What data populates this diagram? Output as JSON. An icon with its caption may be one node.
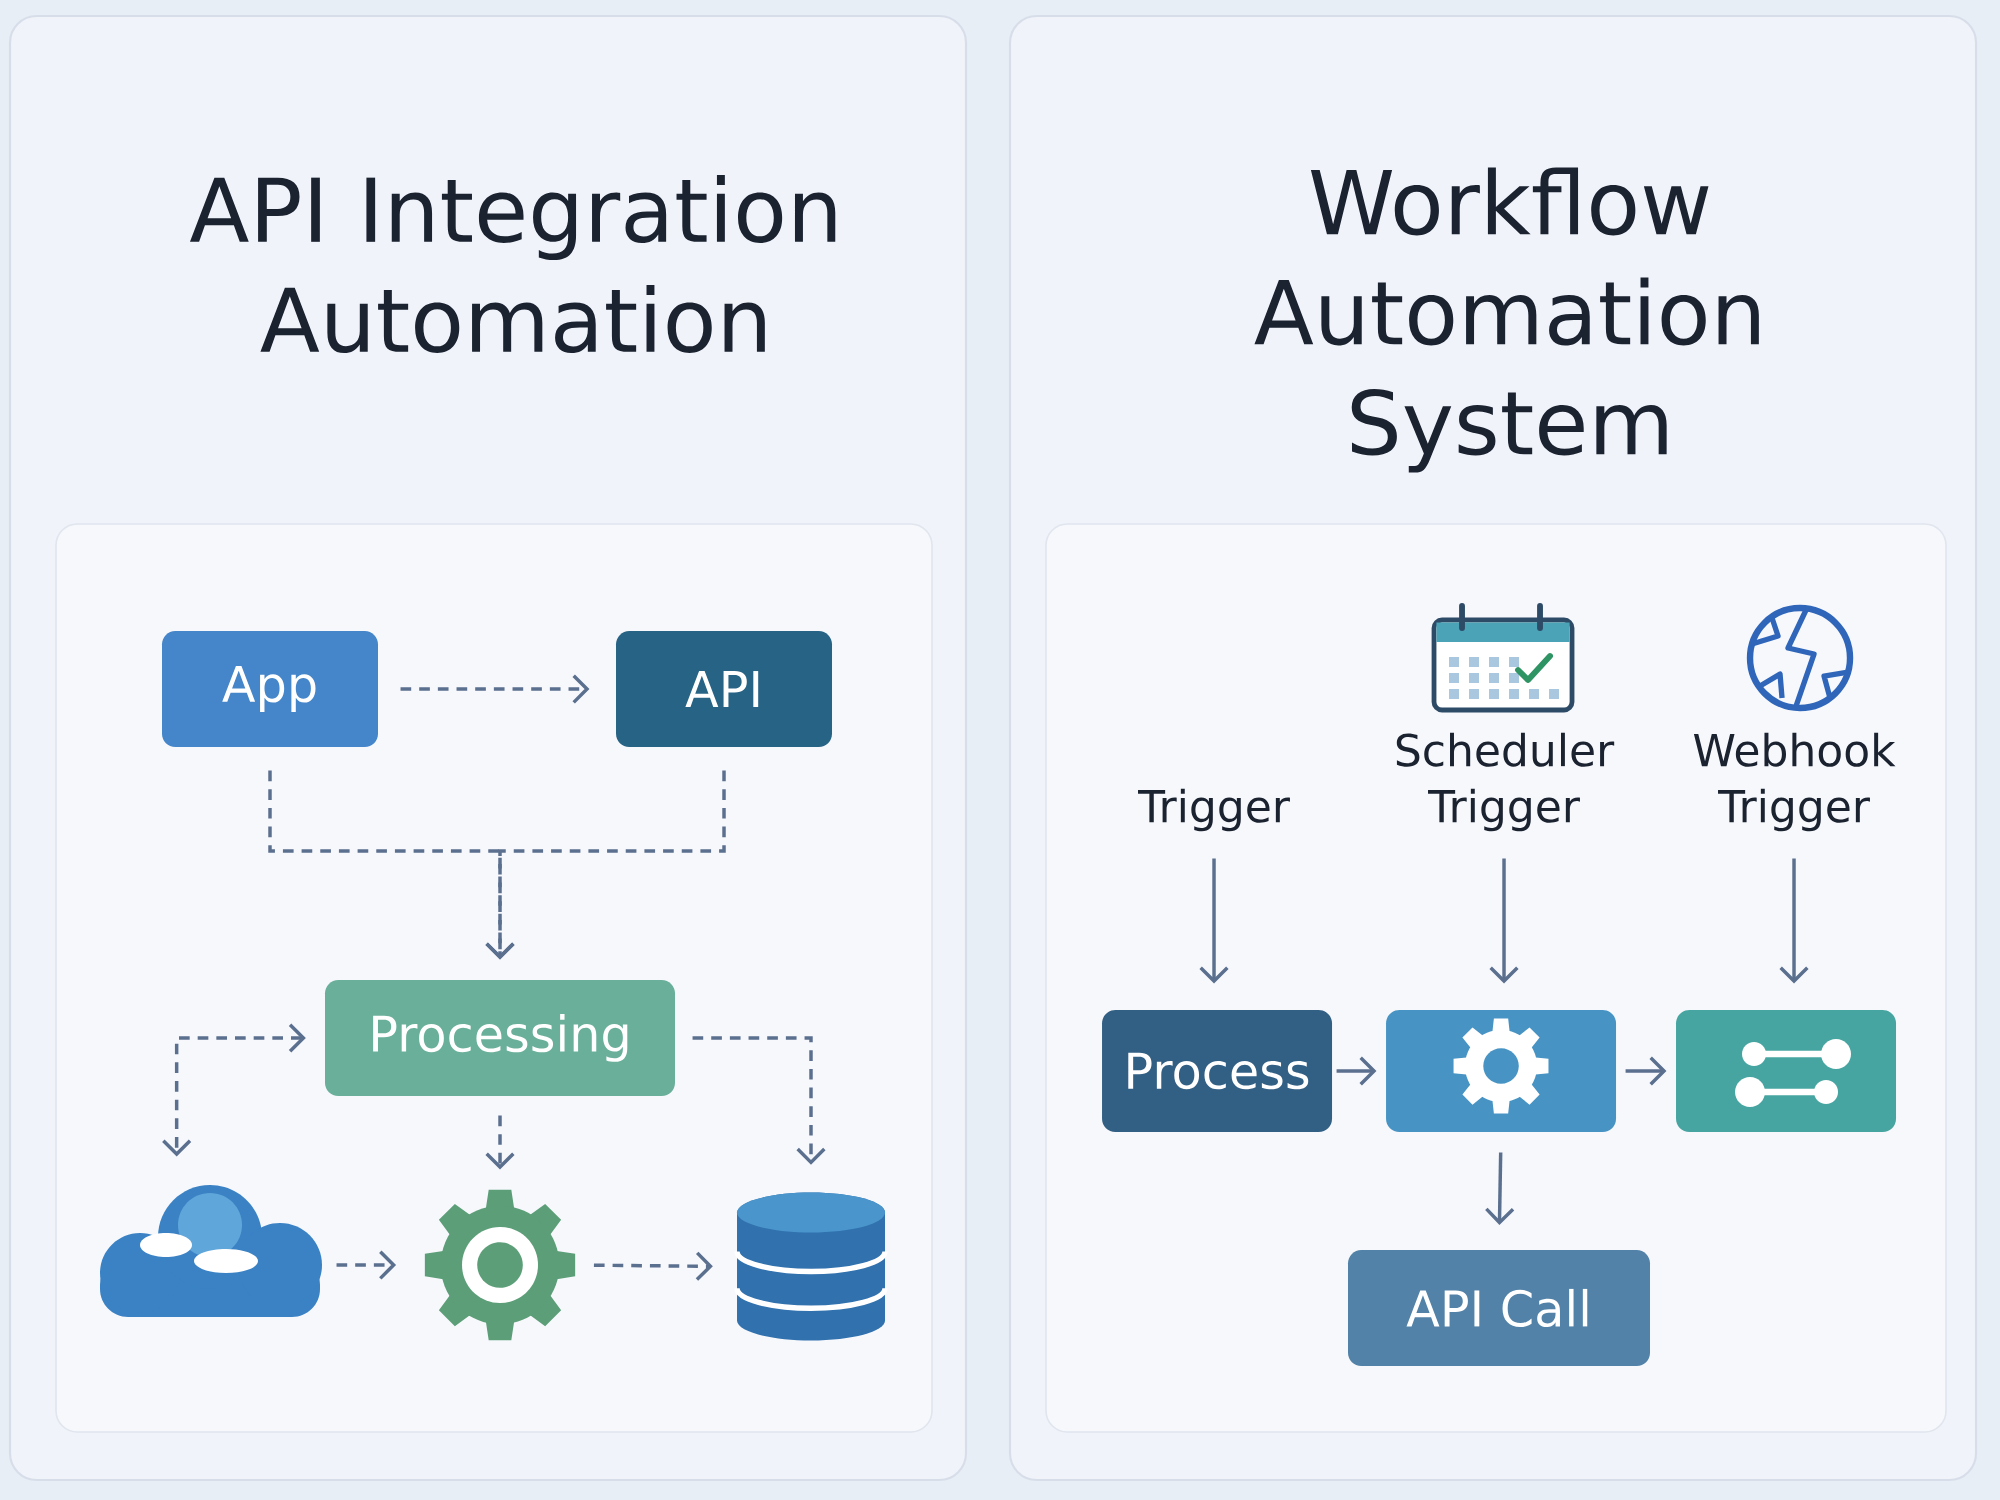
{
  "diagram": {
    "nodes": [
      {
        "text": [
          "API Integration Automation"
        ]
      },
      {
        "text": [
          "App"
        ],
        "in": 0
      },
      {
        "text": [
          "API"
        ],
        "in": 0
      },
      {
        "text": [
          "Processing"
        ],
        "in": 0
      },
      {
        "text": [],
        "shape": "cloud",
        "in": 0
      },
      {
        "text": [],
        "shape": "gear",
        "in": 0
      },
      {
        "text": [],
        "shape": "cylinder",
        "in": 0
      },
      {
        "text": [
          "Workflow Automation System"
        ]
      },
      {
        "text": [
          "Trigger"
        ],
        "in": 7
      },
      {
        "text": [
          "Scheduler Trigger"
        ],
        "in": 7
      },
      {
        "text": [
          "Webhook Trigger"
        ],
        "in": 7
      },
      {
        "text": [
          "Process"
        ],
        "in": 7
      },
      {
        "text": [],
        "shape": "box",
        "in": 7
      },
      {
        "text": [],
        "shape": "box",
        "in": 7
      },
      {
        "text": [
          "API Call"
        ],
        "in": 7
      }
    ],
    "edges": [
      {
        "from": 1,
        "to": 2,
        "arrow": "to",
        "style": "dashed"
      },
      {
        "from": 1,
        "to": 3,
        "arrow": "to",
        "style": "dashed"
      },
      {
        "from": 2,
        "to": 3,
        "arrow": "to",
        "style": "dashed"
      },
      {
        "from": 3,
        "to": 4,
        "arrow": "both",
        "style": "dashed"
      },
      {
        "from": 3,
        "to": 5,
        "arrow": "to",
        "style": "dashed"
      },
      {
        "from": 3,
        "to": 6,
        "arrow": "to",
        "style": "dashed"
      },
      {
        "from": 4,
        "to": 5,
        "arrow": "to",
        "style": "dashed"
      },
      {
        "from": 5,
        "to": 6,
        "arrow": "to",
        "style": "dashed"
      },
      {
        "from": 8,
        "to": 11,
        "arrow": "to"
      },
      {
        "from": 9,
        "to": 12,
        "arrow": "to"
      },
      {
        "from": 10,
        "to": 13,
        "arrow": "to"
      },
      {
        "from": 11,
        "to": 12,
        "arrow": "to"
      },
      {
        "from": 12,
        "to": 13,
        "arrow": "to"
      },
      {
        "from": 12,
        "to": 14,
        "arrow": "to"
      }
    ]
  }
}
